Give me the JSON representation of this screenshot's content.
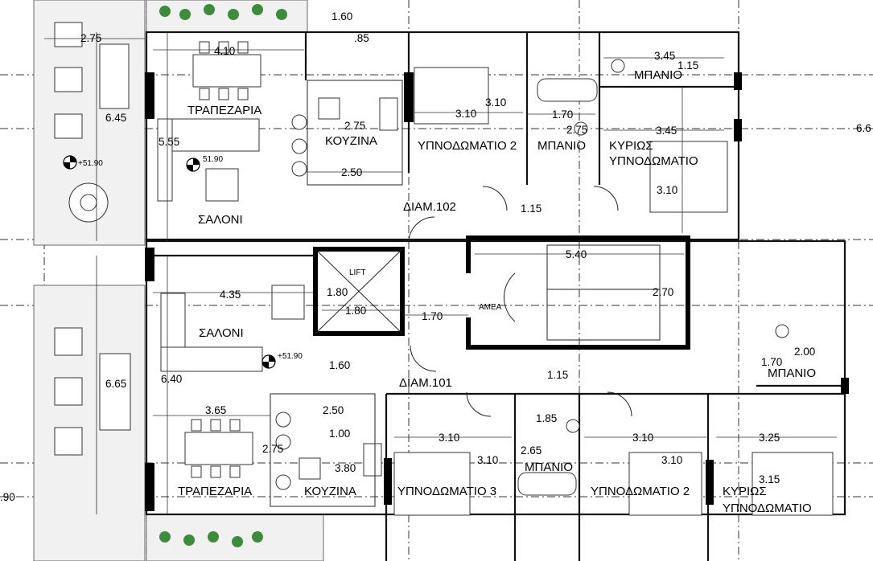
{
  "rooms": {
    "dining_upper": "ΤΡΑΠΕΖΑΡΙΑ",
    "living_upper": "ΣΑΛΟΝΙ",
    "kitchen_upper": "ΚΟΥΖΙΝΑ",
    "bedroom2_upper": "ΥΠΝΟΔΩΜΑΤΙΟ 2",
    "bath_mid_upper": "ΜΠΑΝΙΟ",
    "bath_top_right": "ΜΠΑΝΙΟ",
    "master_upper_1": "ΚΥΡΙΩΣ",
    "master_upper_2": "ΥΠΝΟΔΩΜΑΤΙΟ",
    "apt_upper": "ΔΙΑΜ.102",
    "lift": "LIFT",
    "amea": "ΑΜΕΑ",
    "living_lower": "ΣΑΛΟΝΙ",
    "apt_lower": "ΔΙΑΜ.101",
    "bath_lower_right": "ΜΠΑΝΙΟ",
    "dining_lower": "ΤΡΑΠΕΖΑΡΙΑ",
    "kitchen_lower": "ΚΟΥΖΙΝΑ",
    "bedroom3_lower": "ΥΠΝΟΔΩΜΑΤΙΟ 3",
    "bath_lower_mid": "ΜΠΑΝΙΟ",
    "bedroom2_lower": "ΥΠΝΟΔΩΜΑΤΙΟ 2",
    "master_lower_1": "ΚΥΡΙΩΣ",
    "master_lower_2": "ΥΠΝΟΔΩΜΑΤΙΟ"
  },
  "dimensions": {
    "d_275_top": "2.75",
    "d_160_top": "1.60",
    "d_085": ".85",
    "d_410": "4.10",
    "d_345_top": "3.45",
    "d_115_top": "1.15",
    "d_645": "6.45",
    "d_275_kitchen": "2.75",
    "d_310_bed2": "3.10",
    "d_310_bed2_v": "3.10",
    "d_170_mid": "1.70",
    "d_275_bath": "2.75",
    "d_345_mid": "3.45",
    "d_66": "6.6",
    "d_555": "5.55",
    "d_250_top": "2.50",
    "d_310_master": "3.10",
    "d_115_corr": "1.15",
    "d_540": "5.40",
    "d_180_v": "1.80",
    "d_435": "4.35",
    "d_180_h": "1.80",
    "d_170_lift": "1.70",
    "d_270": "2.70",
    "d_170_bath": "1.70",
    "d_200": "2.00",
    "d_665": "6.65",
    "d_160_mid": "1.60",
    "d_640": "6.40",
    "d_115_low": "1.15",
    "d_365": "3.65",
    "d_250_low": "2.50",
    "d_185": "1.85",
    "d_100": "1.00",
    "d_275_low": "2.75",
    "d_310_b3": "3.10",
    "d_265": "2.65",
    "d_310_b2l": "3.10",
    "d_325": "3.25",
    "d_380": "3.80",
    "d_310_b3v": "3.10",
    "d_310_b2lv": "3.10",
    "d_315": "3.15",
    "d_90": ".90"
  },
  "levels": {
    "lvl_terrace": "+51.90",
    "lvl_living_upper": "51.90",
    "lvl_living_lower": "+51.90"
  },
  "icons": [
    "level-marker-icon",
    "dining-table-icon",
    "sofa-icon",
    "cooktop-icon",
    "sink-icon",
    "bathtub-icon",
    "toilet-icon",
    "bed-icon",
    "plant-icon",
    "column-icon"
  ]
}
